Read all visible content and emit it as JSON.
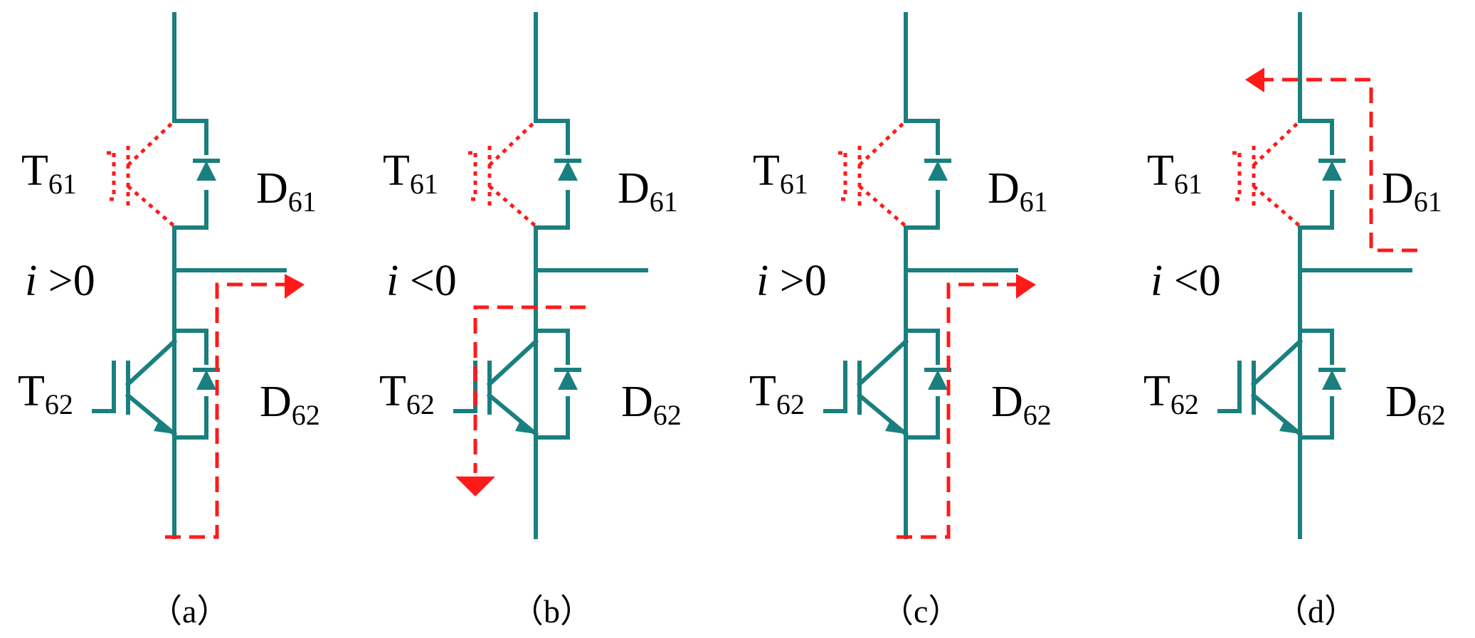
{
  "colors": {
    "circuit": "#1a7f7f",
    "current_path": "#ff1a1a"
  },
  "panels": [
    {
      "caption": "（a）",
      "upper_switch_sym": "T",
      "upper_switch_sub": "61",
      "upper_diode_sym": "D",
      "upper_diode_sub": "61",
      "lower_switch_sym": "T",
      "lower_switch_sub": "62",
      "lower_diode_sym": "D",
      "lower_diode_sub": "62",
      "current_var": "i",
      "current_cond": " >0"
    },
    {
      "caption": "（b）",
      "upper_switch_sym": "T",
      "upper_switch_sub": "61",
      "upper_diode_sym": "D",
      "upper_diode_sub": "61",
      "lower_switch_sym": "T",
      "lower_switch_sub": "62",
      "lower_diode_sym": "D",
      "lower_diode_sub": "62",
      "current_var": "i",
      "current_cond": " <0"
    },
    {
      "caption": "（c）",
      "upper_switch_sym": "T",
      "upper_switch_sub": "61",
      "upper_diode_sym": "D",
      "upper_diode_sub": "61",
      "lower_switch_sym": "T",
      "lower_switch_sub": "62",
      "lower_diode_sym": "D",
      "lower_diode_sub": "62",
      "current_var": "i",
      "current_cond": " >0"
    },
    {
      "caption": "（d）",
      "upper_switch_sym": "T",
      "upper_switch_sub": "61",
      "upper_diode_sym": "D",
      "upper_diode_sub": "61",
      "lower_switch_sym": "T",
      "lower_switch_sub": "62",
      "lower_diode_sym": "D",
      "lower_diode_sub": "62",
      "current_var": "i",
      "current_cond": " <0"
    }
  ]
}
